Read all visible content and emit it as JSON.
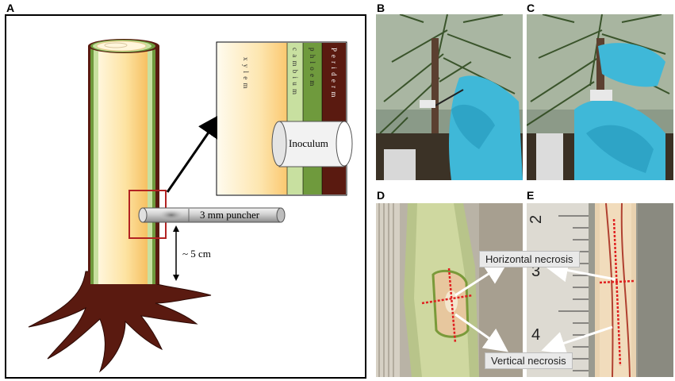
{
  "panels": {
    "a": "A",
    "b": "B",
    "c": "C",
    "d": "D",
    "e": "E"
  },
  "diagram": {
    "layers": [
      "x y l e m",
      "c a m b i u m",
      "p h l o e m",
      "P e r i d e r m"
    ],
    "inoculum": "Inoculum",
    "puncher": "3 mm puncher",
    "distance": "~ 5 cm"
  },
  "photo_labels": {
    "horizontal": "Horizontal necrosis",
    "vertical": "Vertical necrosis"
  },
  "ruler": {
    "numbers": [
      "2",
      "3",
      "4"
    ]
  },
  "colors": {
    "xylem": "#fddf9f",
    "cambium": "#c8e0a0",
    "phloem": "#6f9a3d",
    "periderm": "#5a1a10",
    "root": "#5a1a10",
    "glove": "#3fb8d8",
    "necrosis_marker": "#e02020"
  }
}
